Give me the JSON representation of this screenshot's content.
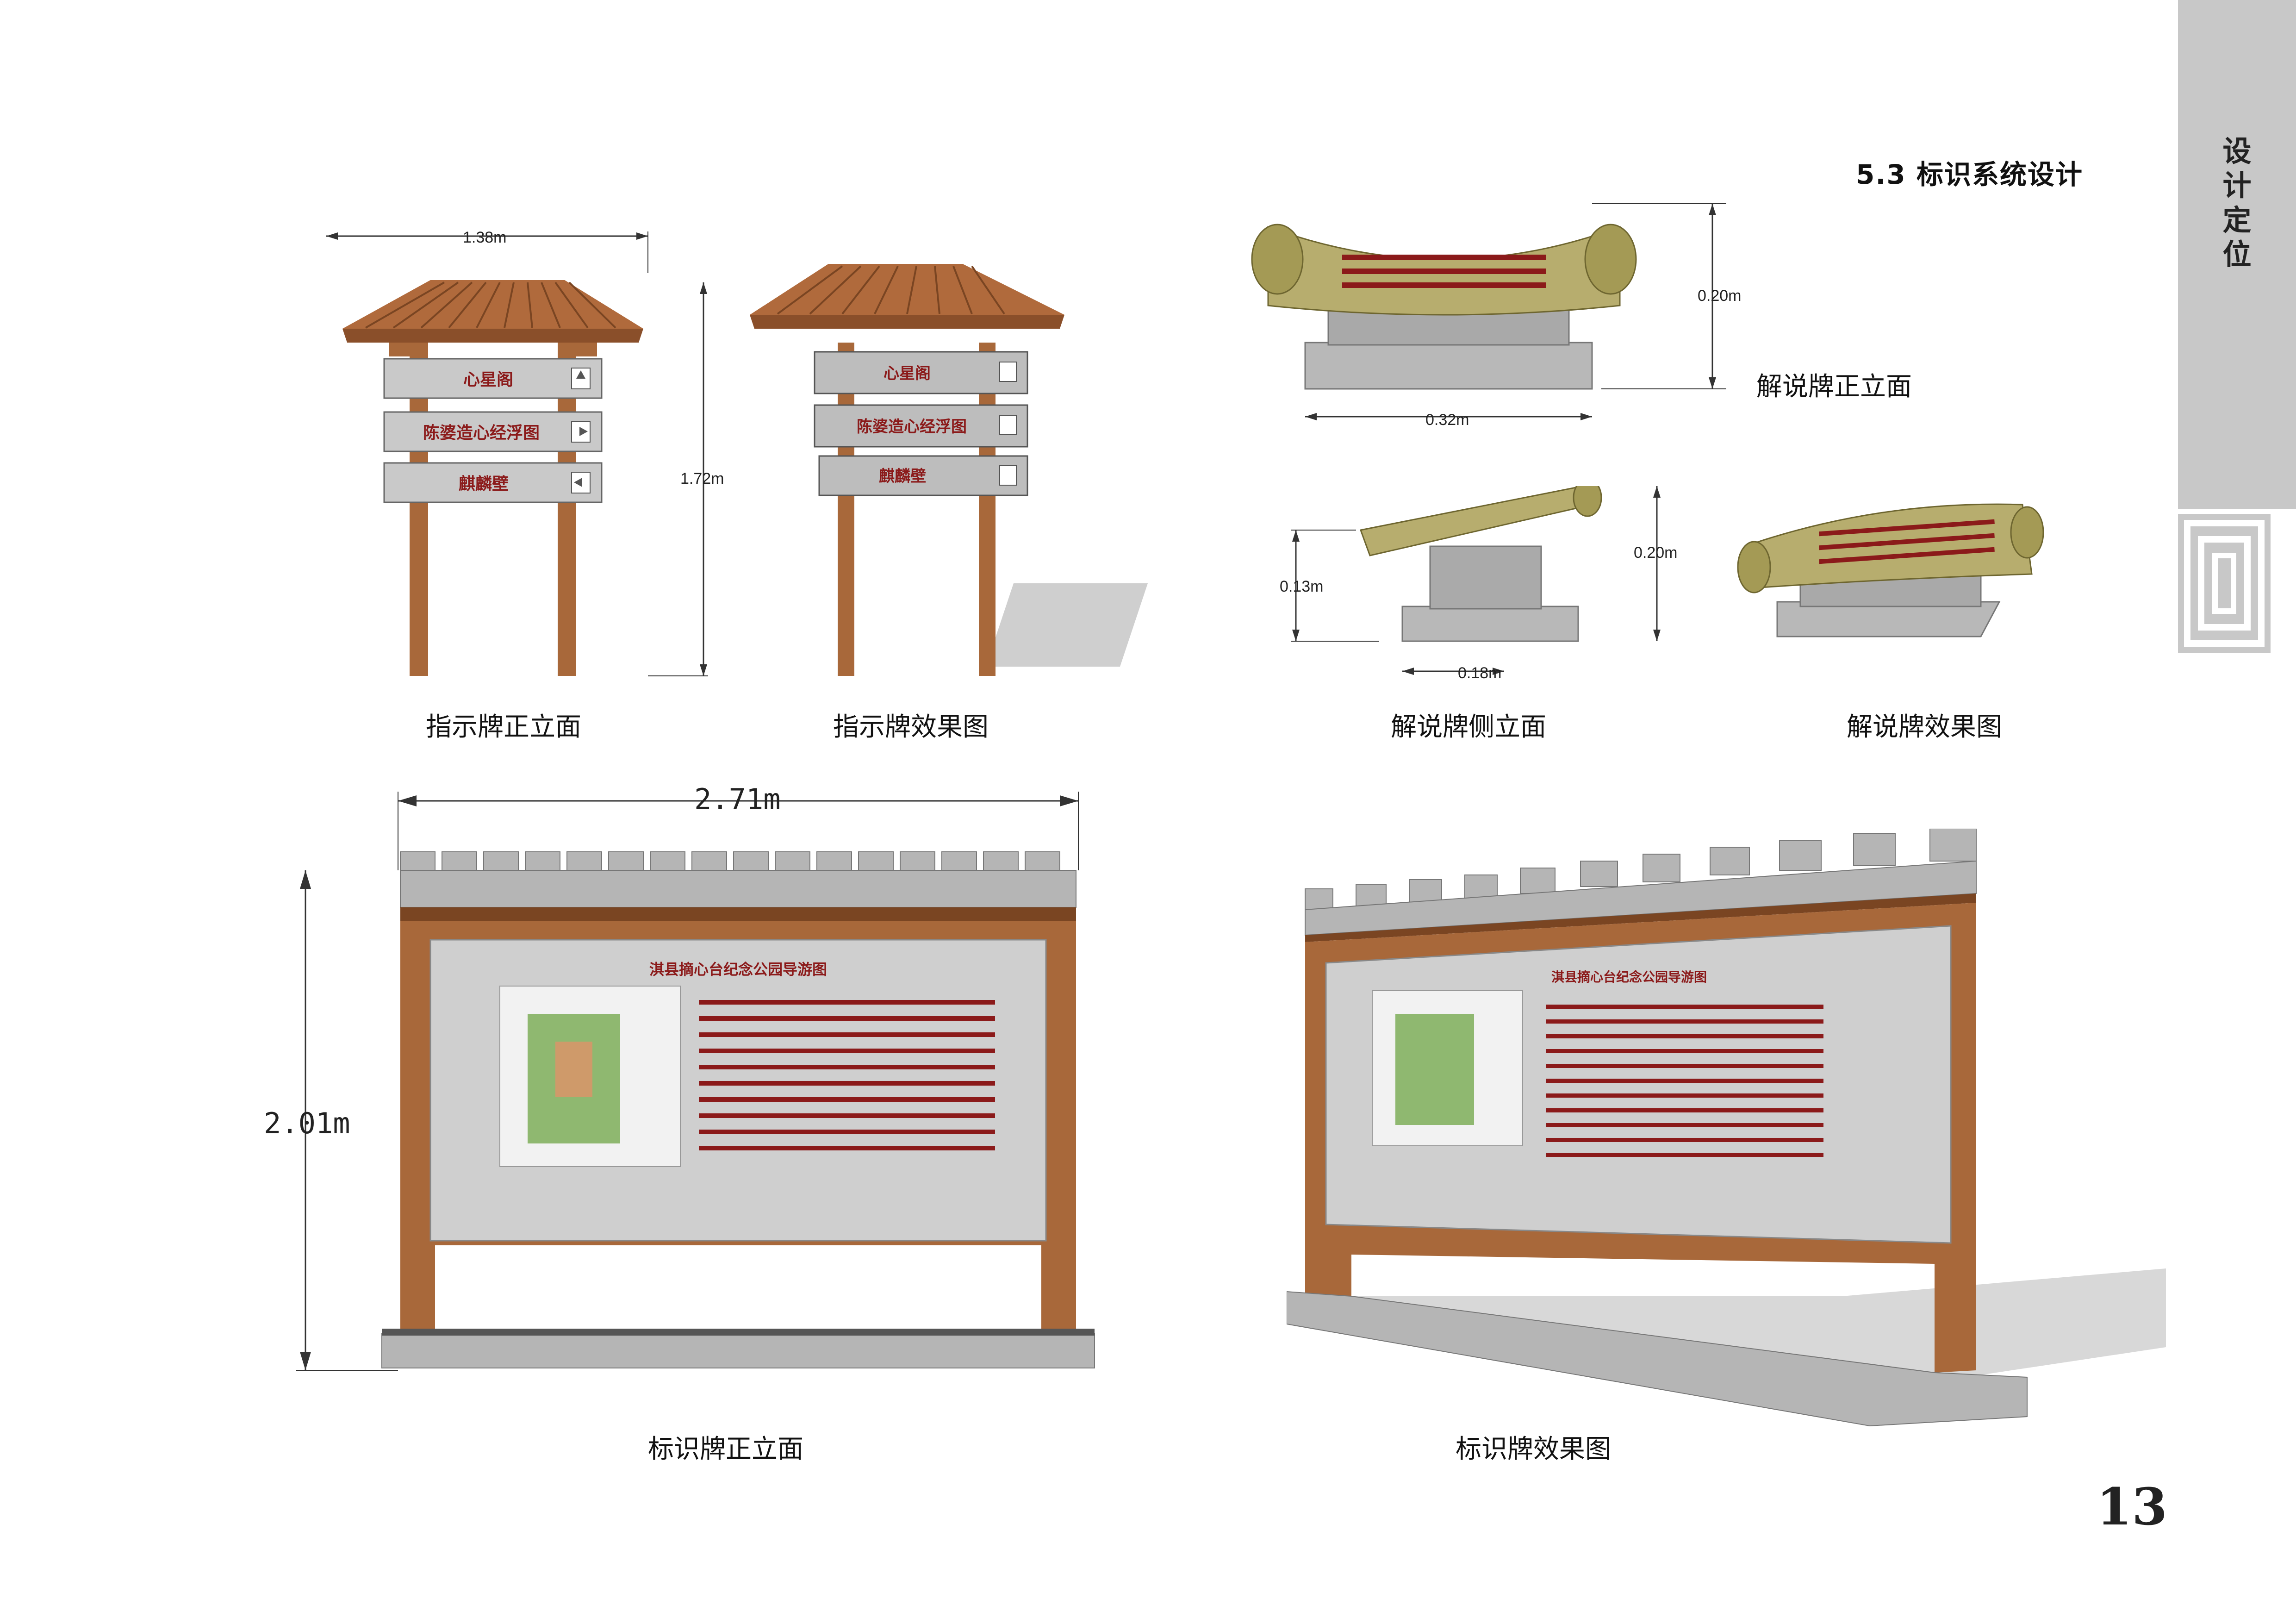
{
  "header": {
    "section_title": "5.3  标识系统设计",
    "sidebar_title": [
      "设",
      "计",
      "定",
      "位"
    ]
  },
  "page_number": "13",
  "signs": {
    "pointer_front": {
      "caption": "指示牌正立面",
      "width_label": "1.38m",
      "height_label": "1.72m",
      "boards": [
        "心星阁",
        "陈婆造心经浮图",
        "麒麟壁"
      ]
    },
    "pointer_effect": {
      "caption": "指示牌效果图",
      "boards": [
        "心星阁",
        "陈婆造心经浮图",
        "麒麟壁"
      ]
    },
    "explain_front": {
      "caption": "解说牌正立面",
      "width_label": "0.32m",
      "height_label": "0.20m"
    },
    "explain_side": {
      "caption": "解说牌侧立面",
      "width_label": "0.18m",
      "height_label_left": "0.13m",
      "height_label_right": "0.20m"
    },
    "explain_effect": {
      "caption": "解说牌效果图"
    },
    "board_front": {
      "caption": "标识牌正立面",
      "width_label": "2.71m",
      "height_label": "2.01m",
      "map_title": "淇县摘心台纪念公园导游图"
    },
    "board_effect": {
      "caption": "标识牌效果图",
      "map_title": "淇县摘心台纪念公园导游图"
    }
  },
  "colors": {
    "wood": "#a8683a",
    "wood_dark": "#7a4522",
    "stone": "#b8b8b8",
    "panel": "#d6d6d6",
    "red_text": "#8b1a1a",
    "roof": "#b06a3c"
  }
}
